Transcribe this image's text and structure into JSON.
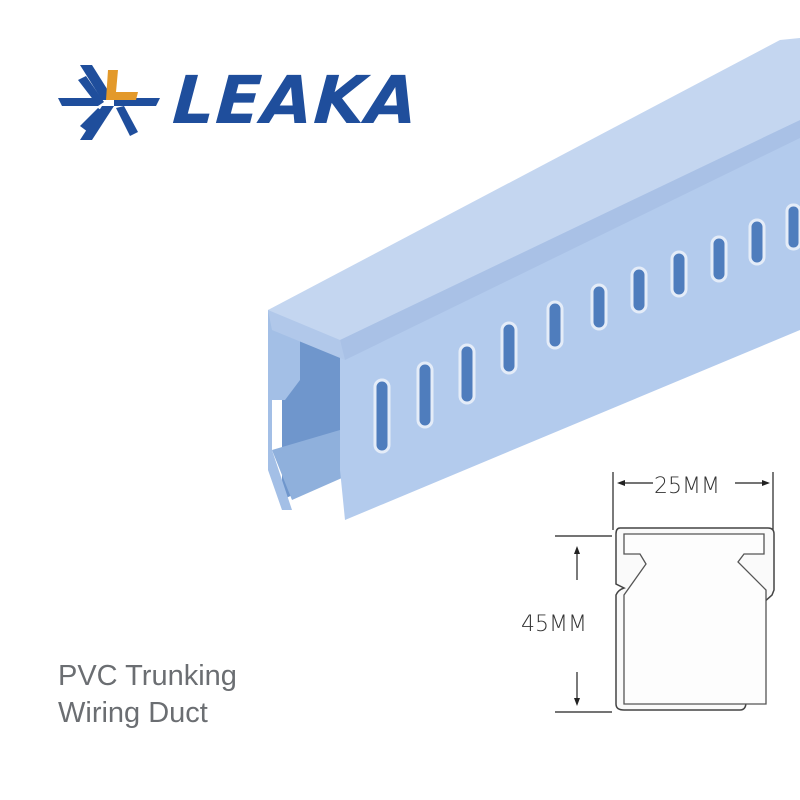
{
  "brand": {
    "name": "LEAKA",
    "logo_icon": "snowflake-L-icon",
    "primary_color": "#1f4e9c",
    "accent_color": "#e3992a"
  },
  "product": {
    "title_line1": "PVC Trunking",
    "title_line2": "Wiring Duct",
    "color": "#a9c3e6"
  },
  "dimensions": {
    "width_label": "25MM",
    "height_label": "45MM"
  }
}
